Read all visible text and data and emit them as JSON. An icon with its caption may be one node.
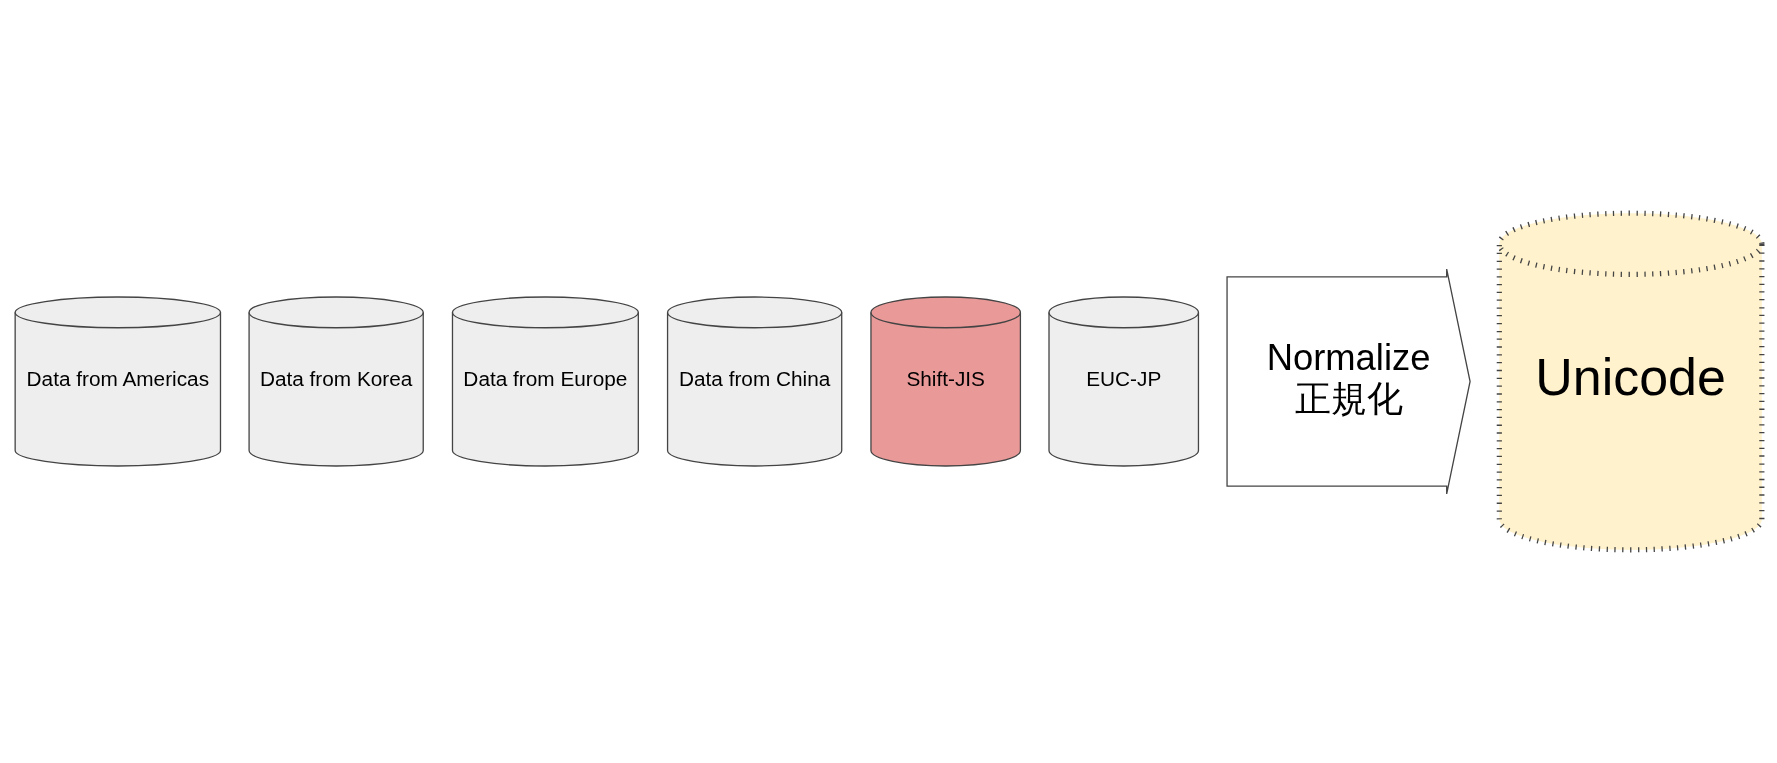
{
  "diagram": {
    "nodes": [
      {
        "text": [
          "Data from Americas"
        ]
      },
      {
        "text": [
          "Data from Korea"
        ]
      },
      {
        "text": [
          "Data from Europe"
        ]
      },
      {
        "text": [
          "Data from China"
        ]
      },
      {
        "text": [
          "Shift-JIS"
        ]
      },
      {
        "text": [
          "EUC-JP"
        ]
      },
      {
        "text": [
          "Normalize",
          "正規化"
        ]
      },
      {
        "text": [
          "Unicode"
        ]
      }
    ]
  }
}
